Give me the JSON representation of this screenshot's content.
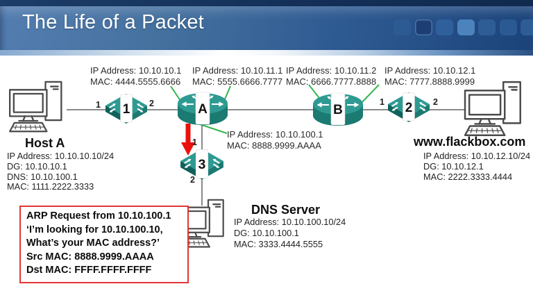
{
  "header": {
    "title": "The Life of a Packet",
    "squares": [
      "#2c5a93",
      "#1c3e74",
      "#30609b",
      "#4c83bd",
      "#2e5d96",
      "#2b5991",
      "#2e5d96"
    ]
  },
  "devices": {
    "switch1": {
      "label": "1",
      "port_left": "1",
      "port_right": "2"
    },
    "router_a": {
      "label": "A"
    },
    "router_b": {
      "label": "B"
    },
    "switch2": {
      "label": "2",
      "port_left": "1",
      "port_right": "2"
    },
    "switch3": {
      "label": "3",
      "port_top": "1",
      "port_bottom": "2"
    }
  },
  "interface_labels": [
    {
      "ip": "IP Address: 10.10.10.1",
      "mac": "MAC: 4444.5555.6666"
    },
    {
      "ip": "IP Address: 10.10.11.1",
      "mac": "MAC: 5555.6666.7777"
    },
    {
      "ip": "IP Address: 10.10.11.2",
      "mac": "MAC: 6666.7777.8888"
    },
    {
      "ip": "IP Address: 10.10.12.1",
      "mac": "MAC: 7777.8888.9999"
    },
    {
      "ip": "IP Address: 10.10.100.1",
      "mac": "MAC: 8888.9999.AAAA"
    }
  ],
  "hosts": {
    "host_a": {
      "name": "Host A",
      "lines": [
        "IP Address: 10.10.10.10/24",
        "DG: 10.10.10.1",
        "DNS: 10.10.100.1",
        "MAC: 1111.2222.3333"
      ]
    },
    "flackbox": {
      "name": "www.flackbox.com",
      "lines": [
        "IP Address: 10.10.12.10/24",
        "DG: 10.10.12.1",
        "MAC: 2222.3333.4444"
      ]
    },
    "dns_server": {
      "name": "DNS Server",
      "lines": [
        "IP Address: 10.10.100.10/24",
        "DG: 10.10.100.1",
        "MAC: 3333.4444.5555"
      ]
    }
  },
  "arp_box": {
    "lines": [
      "ARP Request from 10.10.100.1",
      "‘I’m looking for 10.10.100.10,",
      "What’s your MAC address?’",
      "Src MAC: 8888.9999.AAAA",
      "Dst MAC: FFFF.FFFF.FFFF"
    ]
  },
  "colors": {
    "teal_device": "#2e9a92",
    "pointer_green": "#33b54e",
    "arrow_red": "#e8110e",
    "header_blue": "#2f5b93",
    "link_gray": "#8a8a8a"
  }
}
